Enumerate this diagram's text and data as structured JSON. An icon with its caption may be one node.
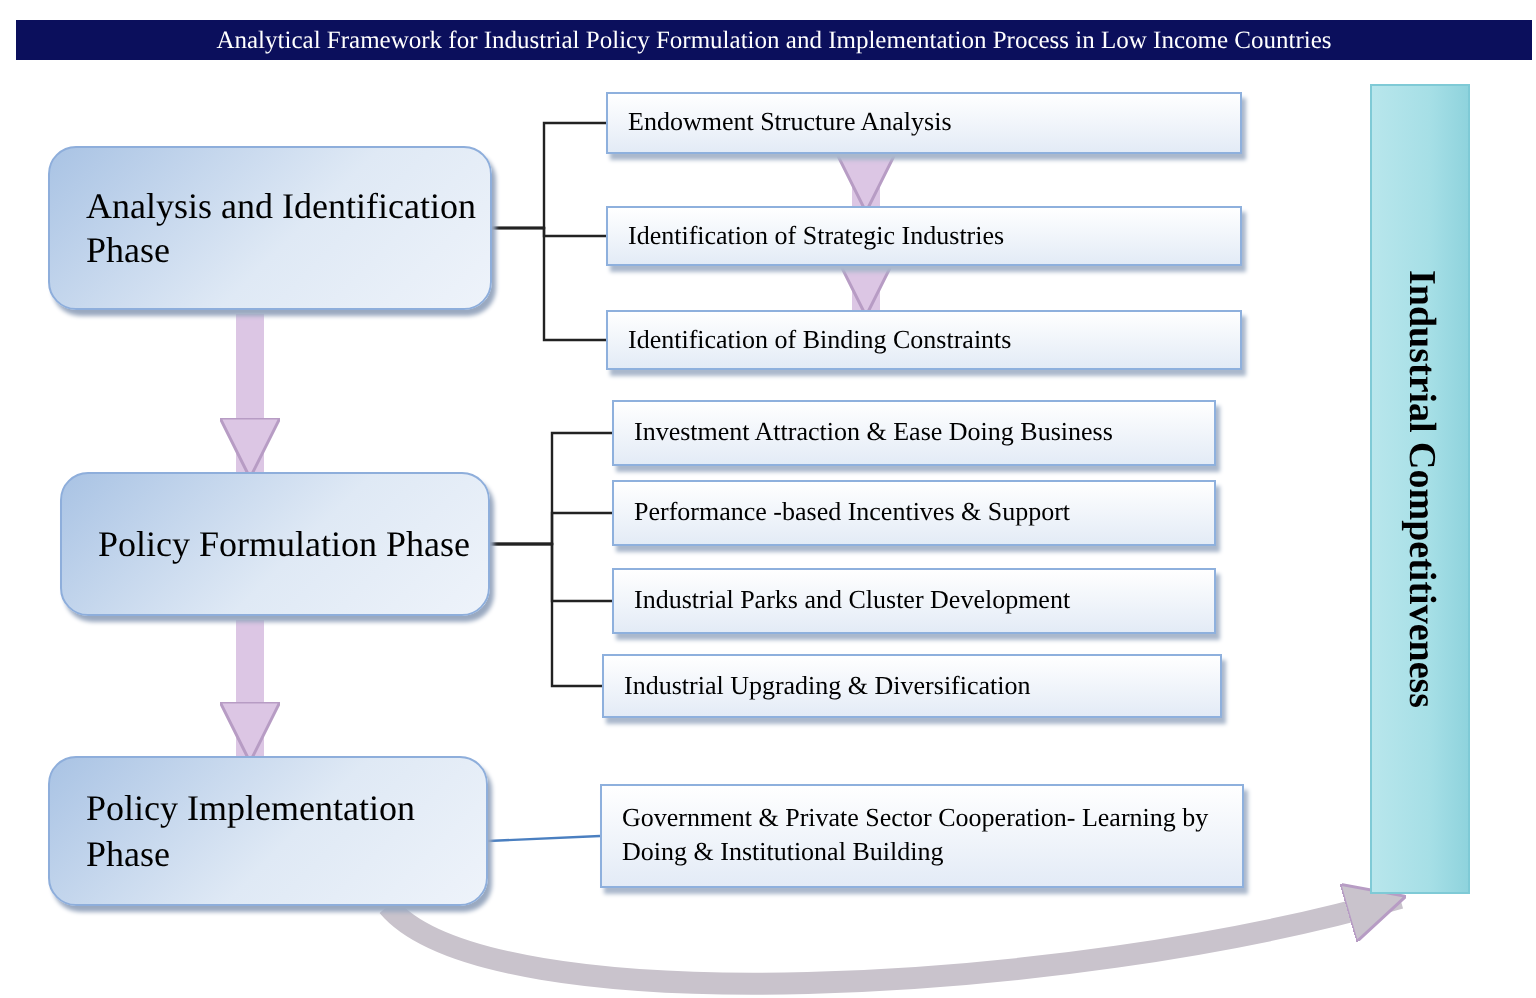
{
  "diagram": {
    "title": "Analytical Framework for Industrial Policy Formulation and Implementation Process in Low Income Countries",
    "nodes": [
      {
        "text": [
          "Analysis and Identification Phase"
        ]
      },
      {
        "text": [
          "Endowment Structure Analysis"
        ]
      },
      {
        "text": [
          "Identification of Strategic Industries"
        ]
      },
      {
        "text": [
          "Identification of Binding Constraints"
        ]
      },
      {
        "text": [
          "Policy Formulation Phase"
        ]
      },
      {
        "text": [
          "Investment Attraction & Ease Doing Business"
        ]
      },
      {
        "text": [
          "Performance -based Incentives & Support"
        ]
      },
      {
        "text": [
          "Industrial Parks and Cluster Development"
        ]
      },
      {
        "text": [
          "Industrial Upgrading & Diversification"
        ]
      },
      {
        "text": [
          "Policy Implementation Phase"
        ]
      },
      {
        "text": [
          "Government & Private Sector Cooperation- Learning by Doing & Institutional Building"
        ]
      },
      {
        "text": [
          "Industrial Competitiveness"
        ]
      }
    ],
    "edges": [
      {
        "from": 0,
        "to": 1,
        "arrow": "none"
      },
      {
        "from": 0,
        "to": 2,
        "arrow": "none"
      },
      {
        "from": 0,
        "to": 3,
        "arrow": "none"
      },
      {
        "from": 1,
        "to": 2,
        "arrow": "to",
        "style": "thick",
        "color": "#dcc6e4"
      },
      {
        "from": 2,
        "to": 3,
        "arrow": "to",
        "style": "thick",
        "color": "#dcc6e4"
      },
      {
        "from": 0,
        "to": 4,
        "arrow": "to",
        "style": "thick",
        "color": "#dcc6e4"
      },
      {
        "from": 4,
        "to": 5,
        "arrow": "none"
      },
      {
        "from": 4,
        "to": 6,
        "arrow": "none"
      },
      {
        "from": 4,
        "to": 7,
        "arrow": "none"
      },
      {
        "from": 4,
        "to": 8,
        "arrow": "none"
      },
      {
        "from": 4,
        "to": 9,
        "arrow": "to",
        "style": "thick",
        "color": "#dcc6e4"
      },
      {
        "from": 9,
        "to": 10,
        "arrow": "none",
        "color": "#4a7fc0"
      },
      {
        "from": 9,
        "to": 11,
        "arrow": "to",
        "style": "thick",
        "color": "#c9c3cc"
      }
    ]
  }
}
